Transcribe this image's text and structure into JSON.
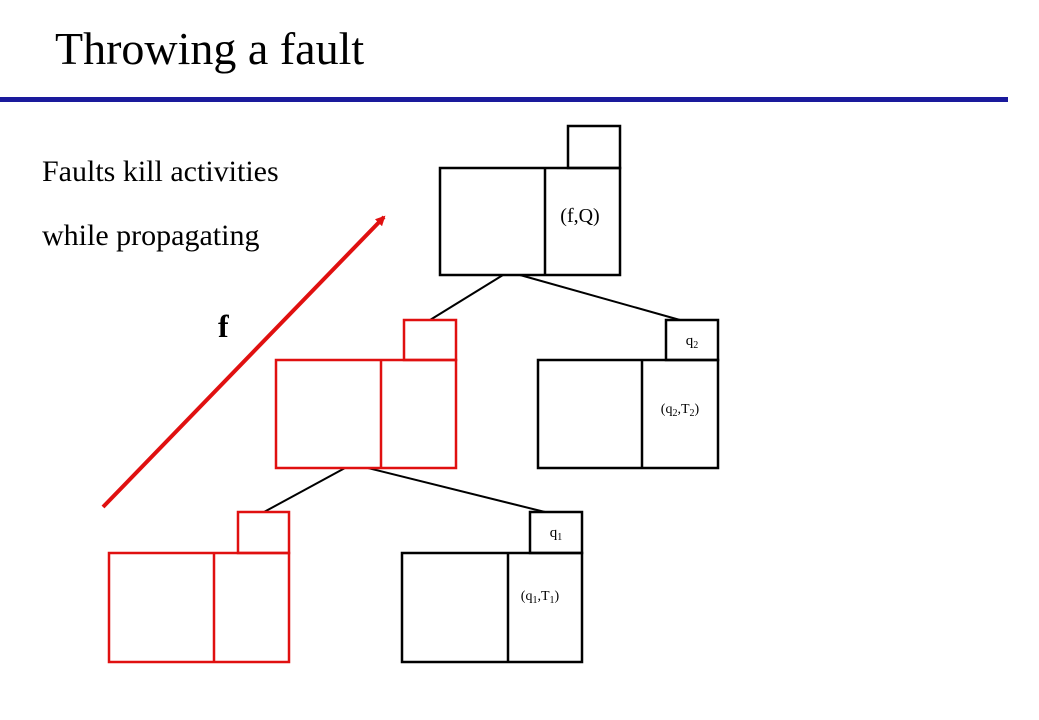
{
  "slide": {
    "title": "Throwing a fault",
    "text_line_1": "Faults kill activities",
    "text_line_2": "while propagating"
  },
  "diagram": {
    "arrow_label": "f",
    "root_handler": "(f,Q)",
    "scope2_tag": "q",
    "scope2_tag_sub": "2",
    "scope2_handler": {
      "a": "(q",
      "a_sub": "2",
      "b": ",T",
      "b_sub": "2",
      "c": ")"
    },
    "scope1_tag": "q",
    "scope1_tag_sub": "1",
    "scope1_handler": {
      "a": "(q",
      "a_sub": "1",
      "b": ",T",
      "b_sub": "1",
      "c": ")"
    }
  },
  "colors": {
    "title_rule": "#1a1a9c",
    "fault_red": "#e01010",
    "normal": "#000000"
  }
}
